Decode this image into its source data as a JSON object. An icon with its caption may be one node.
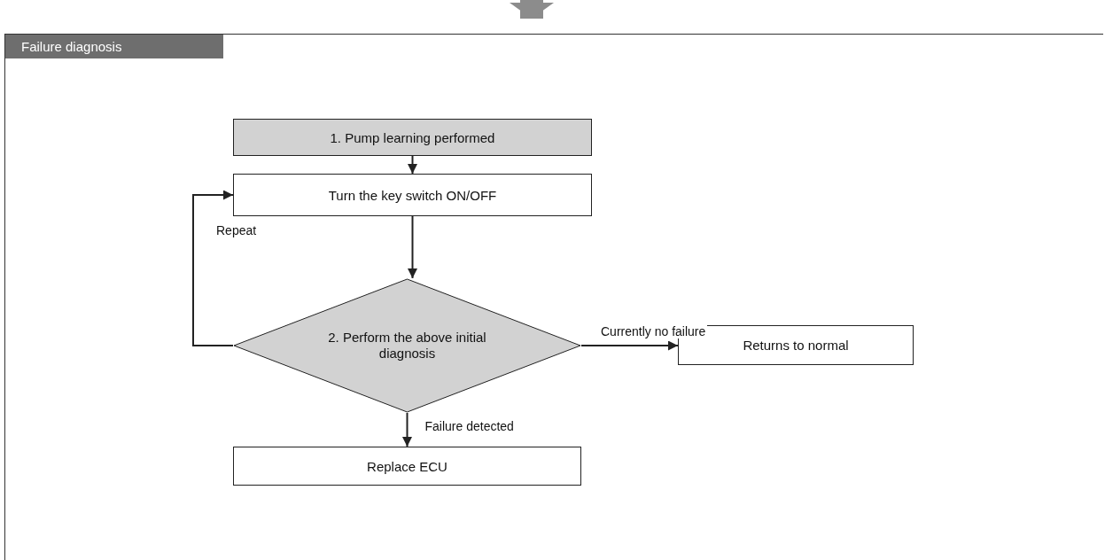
{
  "diagram": {
    "nodes": [
      {
        "text": [
          "Failure diagnosis"
        ]
      },
      {
        "text": [
          "1. Pump learning performed"
        ],
        "in": 0
      },
      {
        "text": [
          "Turn the key switch ON/OFF"
        ],
        "in": 0
      },
      {
        "text": [
          "2. Perform the above initial diagnosis"
        ],
        "in": 0
      },
      {
        "text": [
          "Returns to normal"
        ],
        "in": 0
      },
      {
        "text": [
          "Replace ECU"
        ],
        "in": 0
      }
    ],
    "edges": [
      {
        "from": null,
        "to": 0,
        "arrow": "to",
        "style": "thick",
        "color": "#8c8c8c"
      },
      {
        "from": 1,
        "to": 2,
        "arrow": "to"
      },
      {
        "from": 2,
        "to": 3,
        "arrow": "to"
      },
      {
        "from": 3,
        "to": 2,
        "arrow": "to",
        "label": "Repeat"
      },
      {
        "from": 3,
        "to": 4,
        "arrow": "to",
        "label": "Currently no failure"
      },
      {
        "from": 3,
        "to": 5,
        "arrow": "to",
        "label": "Failure detected"
      }
    ]
  }
}
